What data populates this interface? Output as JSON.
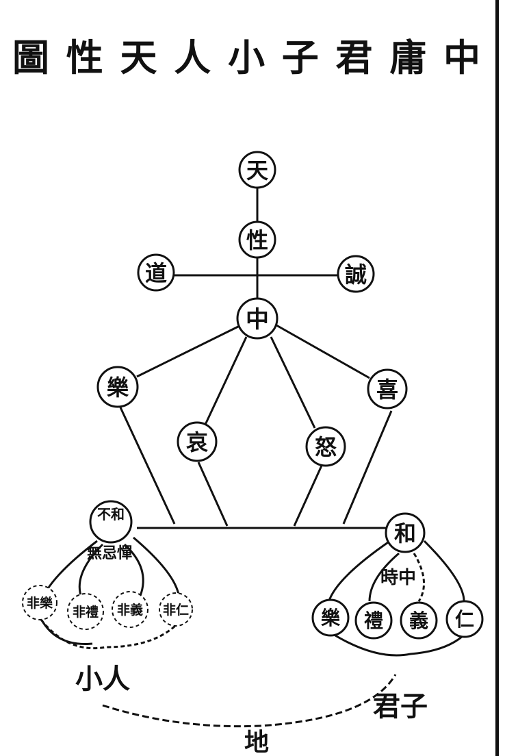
{
  "title": [
    "圖",
    "性",
    "天",
    "人",
    "小",
    "子",
    "君",
    "庸",
    "中"
  ],
  "nodes": {
    "tian": "天",
    "xing": "性",
    "dao": "道",
    "cheng": "誠",
    "zhong": "中",
    "le": "樂",
    "xi": "喜",
    "ai": "哀",
    "nu": "怒",
    "bu_he": "不和",
    "wu_ji_dan": "無忌憚",
    "fei_le": "非樂",
    "fei_li": "非禮",
    "fei_yi": "非義",
    "fei_ren": "非仁",
    "he": "和",
    "shi_zhong": "時中",
    "jz_le": "樂",
    "jz_li": "禮",
    "jz_yi": "義",
    "jz_ren": "仁"
  },
  "labels": {
    "xiaoren": "小人",
    "junzi": "君子",
    "di": "地"
  }
}
